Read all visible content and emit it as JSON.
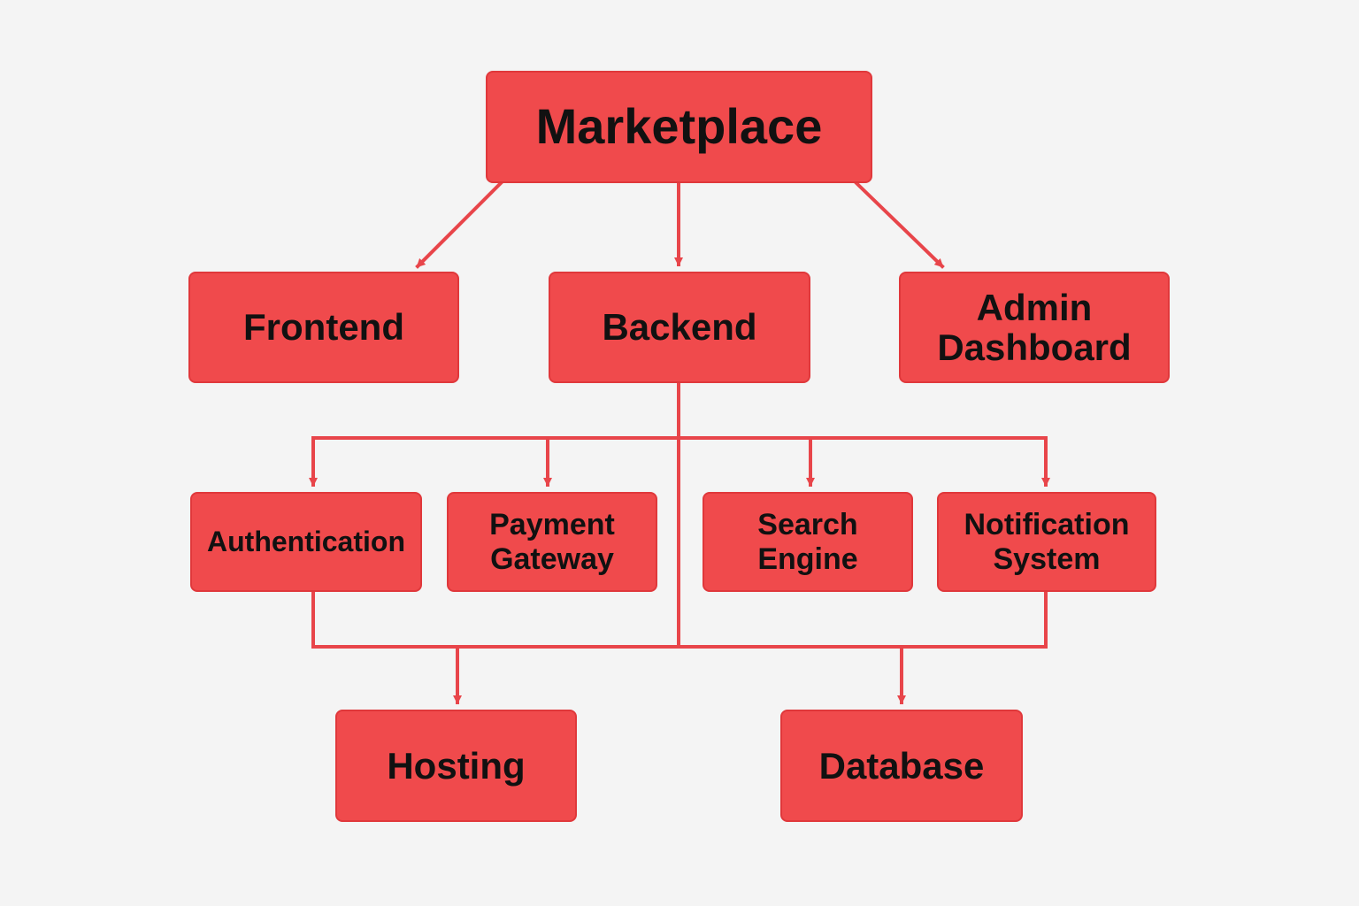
{
  "diagram": {
    "colors": {
      "background": "#f4f4f4",
      "node_fill": "#f04a4c",
      "node_border": "#e0383b",
      "connector": "#e8454a",
      "text": "#111111"
    },
    "nodes": {
      "marketplace": "Marketplace",
      "frontend": "Frontend",
      "backend": "Backend",
      "admin_dashboard": "Admin\nDashboard",
      "authentication": "Authentication",
      "payment_gateway": "Payment\nGateway",
      "search_engine": "Search\nEngine",
      "notification_system": "Notification\nSystem",
      "hosting": "Hosting",
      "database": "Database"
    },
    "edges": [
      {
        "from": "Marketplace",
        "to": "Frontend"
      },
      {
        "from": "Marketplace",
        "to": "Backend"
      },
      {
        "from": "Marketplace",
        "to": "Admin Dashboard"
      },
      {
        "from": "Backend",
        "to": "Authentication"
      },
      {
        "from": "Backend",
        "to": "Payment Gateway"
      },
      {
        "from": "Backend",
        "to": "Search Engine"
      },
      {
        "from": "Backend",
        "to": "Notification System"
      },
      {
        "from": "Authentication",
        "to": "Hosting"
      },
      {
        "from": "Notification System",
        "to": "Database"
      },
      {
        "from": "Backend",
        "to": "Hosting"
      },
      {
        "from": "Backend",
        "to": "Database"
      }
    ]
  }
}
